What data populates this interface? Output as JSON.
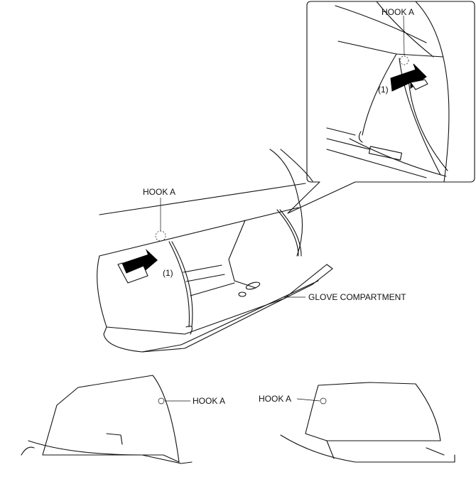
{
  "labels": {
    "hook_a_main": "HOOK A",
    "hook_a_inset": "HOOK A",
    "hook_a_bottom_left": "HOOK A",
    "hook_a_bottom_right": "HOOK A",
    "step_main": "(1)",
    "step_inset": "(1)",
    "glove_compartment": "GLOVE COMPARTMENT"
  },
  "icons": [
    "push-arrow-icon",
    "push-arrow-icon",
    "hook-detail-circle-icon"
  ]
}
